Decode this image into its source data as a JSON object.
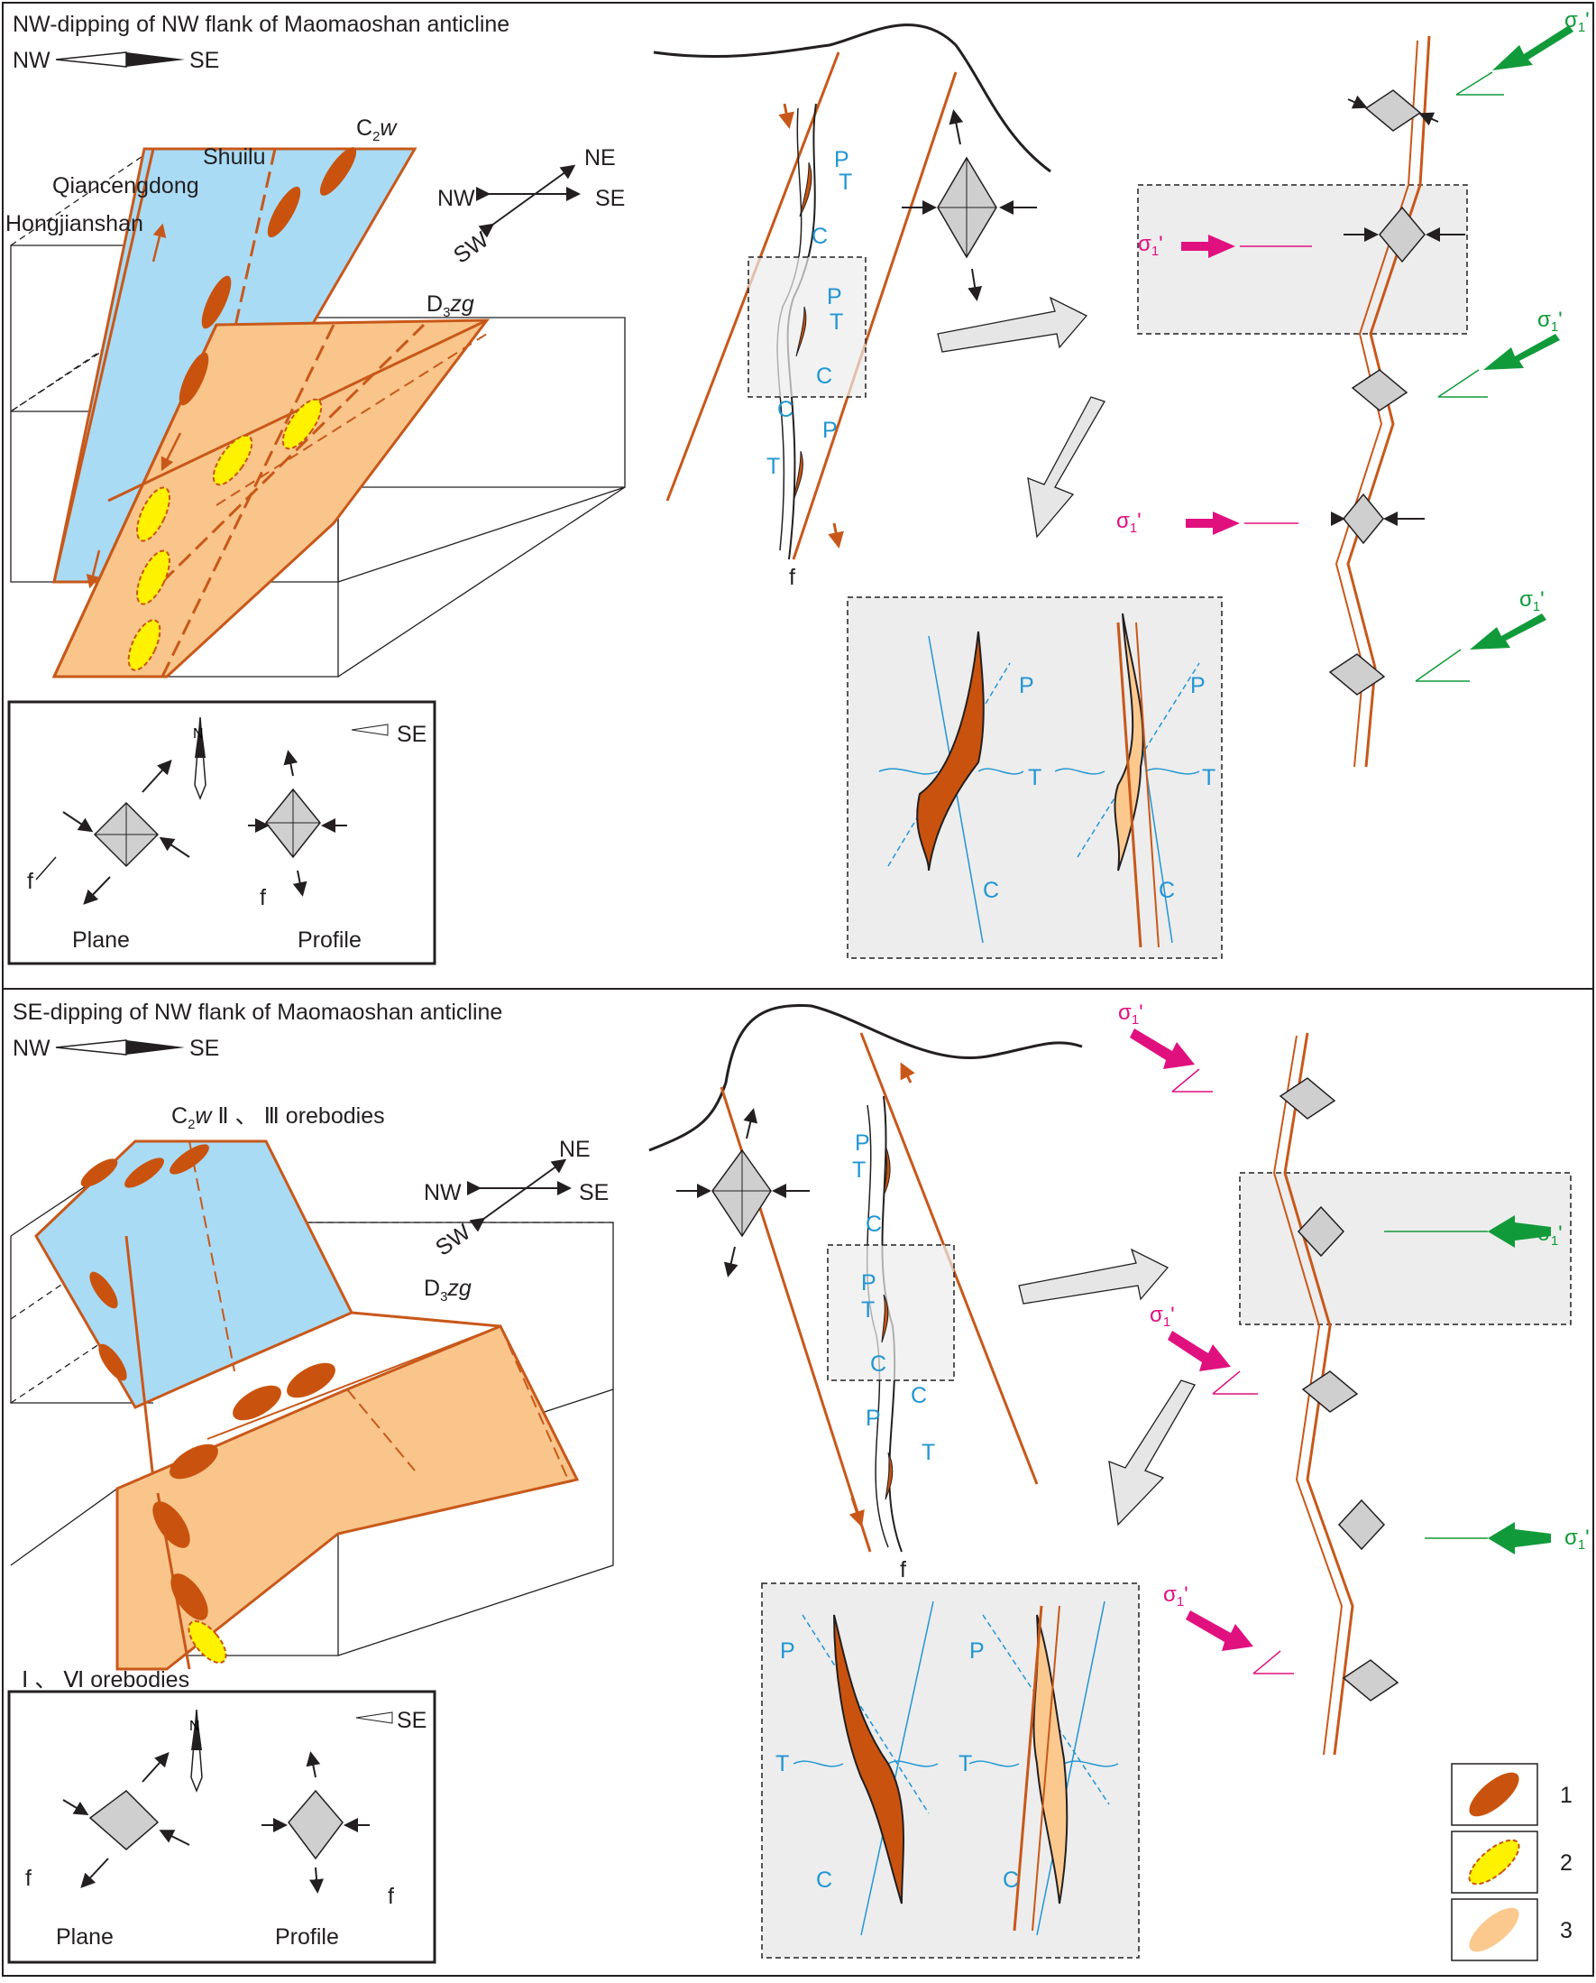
{
  "panels": {
    "top": {
      "title": "NW-dipping of NW  flank of Maomaoshan anticline",
      "direction": {
        "left": "NW",
        "right": "SE"
      },
      "unit_upper": {
        "symbol": "C",
        "sub": "2",
        "italic": "w"
      },
      "unit_lower": {
        "symbol": "D",
        "sub": "3",
        "italic": "zg"
      },
      "localities": [
        "Shuilu",
        "Qiancengdong",
        "Hongjianshan"
      ],
      "compass": {
        "nw": "NW",
        "ne": "NE",
        "se": "SE",
        "sw": "SW"
      },
      "inset": {
        "north": "N",
        "se": "SE",
        "fault": "f",
        "plane": "Plane",
        "profile": "Profile"
      },
      "fault_label": "f"
    },
    "bottom": {
      "title": "SE-dipping of NW  flank of Maomaoshan anticline",
      "direction": {
        "left": "NW",
        "right": "SE"
      },
      "unit_upper": {
        "symbol": "C",
        "sub": "2",
        "italic": "w",
        "rest": " Ⅱ 、 Ⅲ  orebodies"
      },
      "unit_lower": {
        "symbol": "D",
        "sub": "3",
        "italic": "zg"
      },
      "orebodies_label": "Ⅰ 、 Ⅵ  orebodies",
      "compass": {
        "nw": "NW",
        "ne": "NE",
        "se": "SE",
        "sw": "SW"
      },
      "inset": {
        "north": "N",
        "se": "SE",
        "fault": "f",
        "plane": "Plane",
        "profile": "Profile"
      },
      "fault_label": "f"
    }
  },
  "symbols": {
    "sigma1": "σ",
    "sub1": "1",
    "sub2": "2",
    "sub3": "3",
    "prime": "'",
    "P": "P",
    "T": "T",
    "C": "C"
  },
  "legend": [
    {
      "number": "1",
      "swatch": "dark-orange-ellipse"
    },
    {
      "number": "2",
      "swatch": "yellow-ellipse-dashed"
    },
    {
      "number": "3",
      "swatch": "light-orange-ellipse"
    }
  ],
  "colors": {
    "fault": "#c8581a",
    "orebody": "#c9530e",
    "orebody_yellow": "#fff200",
    "block_blue": "#a9dbf5",
    "block_orange": "#f9c58a",
    "light_orange": "#fbc98e",
    "pt_blue": "#2196d3",
    "green_arrow": "#119a3a",
    "magenta_arrow": "#e0117f",
    "box_gray": "#ededed"
  }
}
